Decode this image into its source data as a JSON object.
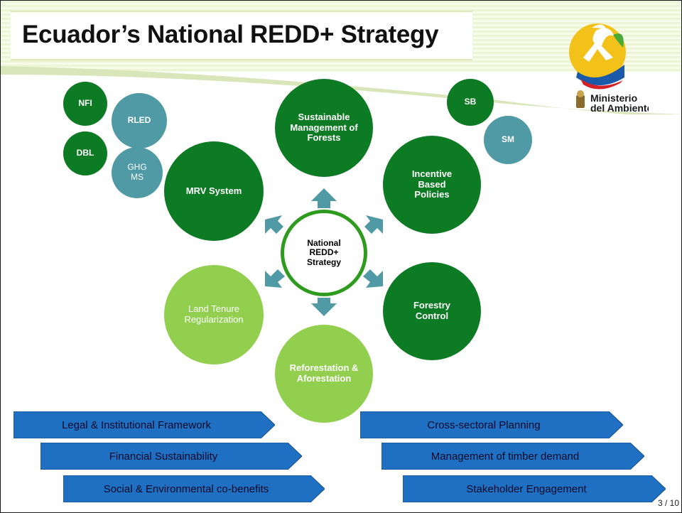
{
  "title": "Ecuador’s National REDD+ Strategy",
  "center": {
    "label": "National REDD+ Strategy"
  },
  "pillars": {
    "sustainable_management": "Sustainable Management of Forests",
    "incentive": "Incentive Based Policies",
    "forestry_control": "Forestry Control",
    "reforestation": "Reforestation & Aforestation",
    "land_tenure": "Land Tenure Regularization",
    "mrv": "MRV System"
  },
  "mrv_components": {
    "nfi": "NFI",
    "rled": "RLED",
    "dbl": "DBL",
    "ghg": "GHG MS"
  },
  "incentive_components": {
    "sb": "SB",
    "sm": "SM"
  },
  "enablers_left": [
    "Legal & Institutional Framework",
    "Financial Sustainability",
    "Social & Environmental  co-benefits"
  ],
  "enablers_right": [
    "Cross-sectoral Planning",
    "Management of timber demand",
    "Stakeholder Engagement"
  ],
  "logo": {
    "line1": "Ministerio",
    "line2": "del Ambiente"
  },
  "page": "3 / 10",
  "colors": {
    "dark_green": "#0d7a24",
    "teal": "#4f9aa4",
    "light_green": "#92cf4f",
    "chevron_blue": "#1f6fc2"
  }
}
